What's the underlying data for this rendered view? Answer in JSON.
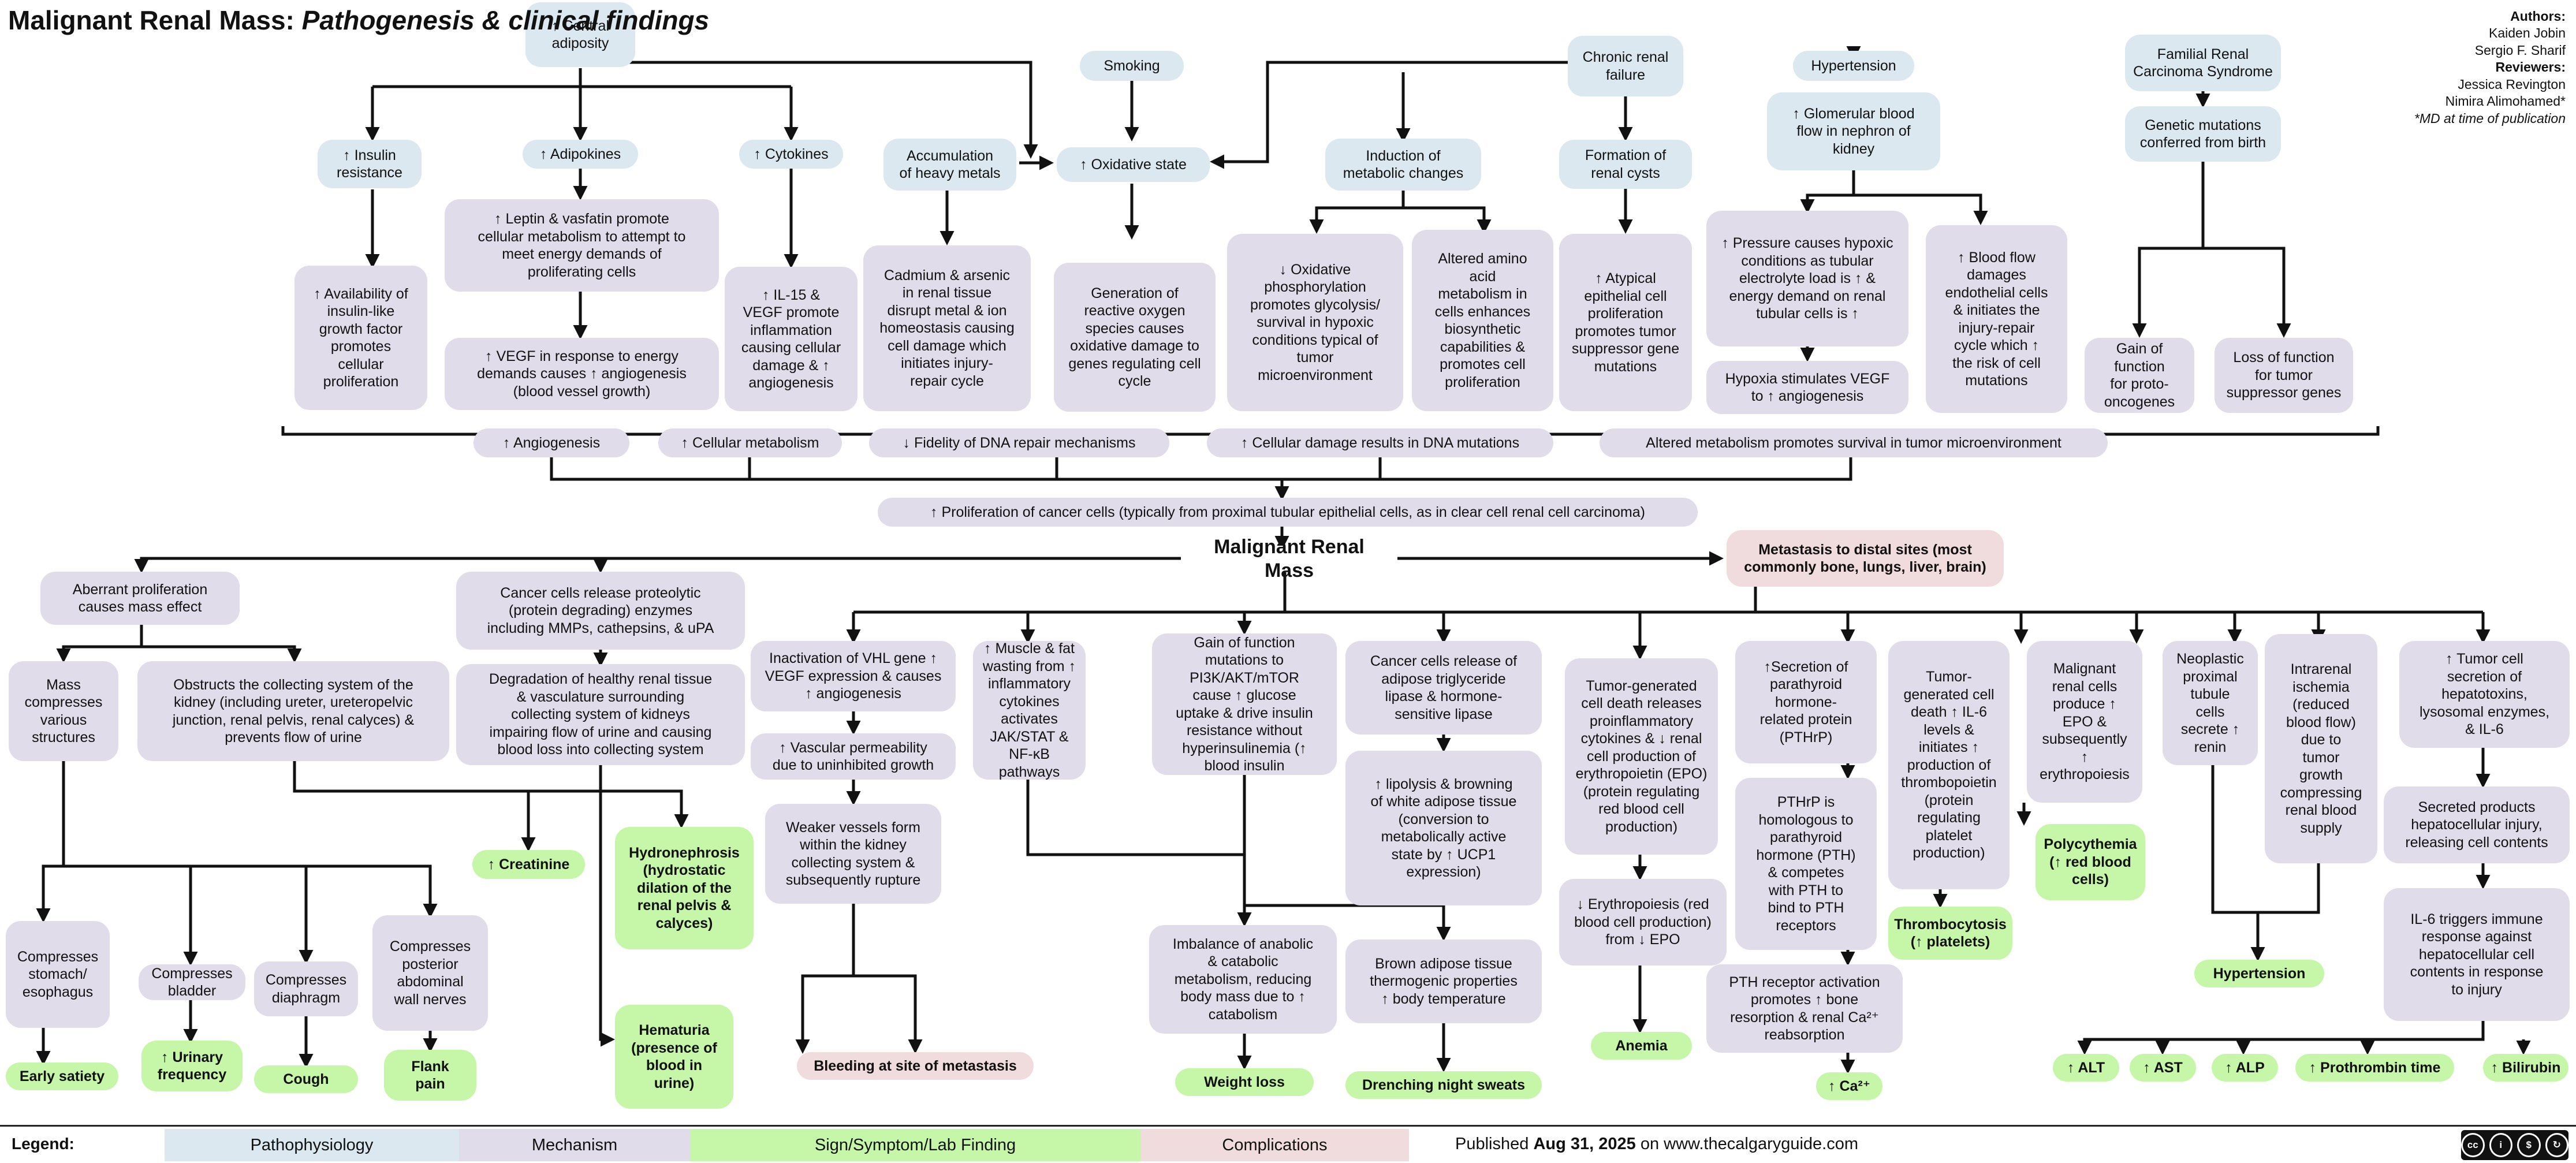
{
  "title": {
    "main": "Malignant Renal Mass:",
    "sub": "Pathogenesis & clinical findings"
  },
  "authors": {
    "authors_label": "Authors:",
    "author_1": "Kaiden Jobin",
    "author_2": "Sergio F. Sharif",
    "reviewers_label": "Reviewers:",
    "reviewer_1": "Jessica Revington",
    "reviewer_2": "Nimira Alimohamed*",
    "note": "*MD at time of publication"
  },
  "colors": {
    "pathophysiology": "#dbe8ef",
    "mechanism": "#e1dcea",
    "sign": "#c6f7a8",
    "complication": "#f0dcdc"
  },
  "nodes": {
    "central_adiposity": "↑ Central\nadiposity",
    "insulin_resistance": "↑ Insulin\nresistance",
    "adipokines": "↑ Adipokines",
    "cytokines": "↑ Cytokines",
    "insulin_like_gf": "↑ Availability of\ninsulin-like\ngrowth factor\npromotes\ncellular\nproliferation",
    "leptin_vasfatin": "↑ Leptin & vasfatin promote\ncellular metabolism to attempt to\nmeet energy demands of\nproliferating cells",
    "vegf_energy": "↑ VEGF in response to energy\ndemands causes ↑ angiogenesis\n(blood vessel growth)",
    "il15_vegf": "↑ IL-15 &\nVEGF promote\ninflammation\ncausing cellular\ndamage & ↑\nangiogenesis",
    "smoking": "Smoking",
    "heavy_metals": "Accumulation\nof heavy metals",
    "oxidative_state": "↑ Oxidative state",
    "cadmium": "Cadmium & arsenic\nin renal tissue\ndisrupt metal & ion\nhomeostasis causing\ncell damage which\ninitiates injury-\nrepair cycle",
    "ros": "Generation of\nreactive oxygen\nspecies causes\noxidative damage to\ngenes regulating cell\ncycle",
    "induction_metabolic": "Induction of\nmetabolic changes",
    "ox_phos": "↓ Oxidative\nphosphorylation\npromotes glycolysis/\nsurvival in hypoxic\nconditions typical of\ntumor\nmicroenvironment",
    "amino_acid": "Altered amino\nacid\nmetabolism in\ncells enhances\nbiosynthetic\ncapabilities &\npromotes cell\nproliferation",
    "ckd": "Chronic renal\nfailure",
    "renal_cysts": "Formation of\nrenal cysts",
    "atypical_epithelial": "↑ Atypical\nepithelial cell\nproliferation\npromotes tumor\nsuppressor gene\nmutations",
    "hypertension_top": "Hypertension",
    "gfr_flow": "↑ Glomerular blood\nflow in nephron of\nkidney",
    "pressure_hypoxic": "↑ Pressure causes hypoxic\nconditions as tubular\nelectrolyte load is ↑ &\nenergy demand on renal\ntubular cells is ↑",
    "hypoxia_vegf": "Hypoxia stimulates VEGF\nto ↑ angiogenesis",
    "blood_flow_damage": "↑ Blood flow\ndamages\nendothelial cells\n& initiates the\ninjury-repair\ncycle which ↑\nthe risk of cell\nmutations",
    "familial": "Familial Renal\nCarcinoma Syndrome",
    "genetic_mutations": "Genetic mutations\nconferred from birth",
    "proto_oncogenes": "Gain of function\nfor proto-\noncogenes",
    "tumor_suppressor": "Loss of function\nfor tumor\nsuppressor genes",
    "sum_angiogenesis": "↑ Angiogenesis",
    "sum_cell_metabolism": "↑ Cellular metabolism",
    "sum_dna_repair": "↓ Fidelity of DNA repair mechanisms",
    "sum_dna_mutations": "↑ Cellular damage results in DNA mutations",
    "sum_altered_metabolism": "Altered metabolism promotes survival in tumor microenvironment",
    "proliferation": "↑ Proliferation of cancer cells (typically from proximal tubular epithelial cells, as in clear cell renal cell carcinoma)",
    "malignant_mass": "Malignant Renal Mass",
    "metastasis": "Metastasis to distal sites (most\ncommonly bone, lungs, liver, brain)",
    "aberrant": "Aberrant proliferation\ncauses mass effect",
    "mass_compresses": "Mass\ncompresses\nvarious\nstructures",
    "obstructs": "Obstructs the collecting system of the\nkidney (including ureter, ureteropelvic\njunction, renal pelvis, renal calyces) &\nprevents flow of urine",
    "comp_stomach": "Compresses\nstomach/\nesophagus",
    "comp_bladder": "Compresses\nbladder",
    "comp_diaphragm": "Compresses\ndiaphragm",
    "comp_posterior": "Compresses\nposterior\nabdominal\nwall nerves",
    "early_satiety": "Early satiety",
    "urinary_freq": "↑ Urinary\nfrequency",
    "cough": "Cough",
    "flank_pain": "Flank\npain",
    "proteolytic": "Cancer cells release proteolytic\n(protein degrading) enzymes\nincluding MMPs, cathepsins, & uPA",
    "degradation": "Degradation of healthy renal tissue\n& vasculature surrounding\ncollecting system of kidneys\nimpairing flow of urine and causing\nblood loss into collecting system",
    "creatinine": "↑ Creatinine",
    "hydronephrosis": "Hydronephrosis\n(hydrostatic\ndilation of the\nrenal pelvis &\ncalyces)",
    "hematuria": "Hematuria\n(presence of\nblood in\nurine)",
    "vhl": "Inactivation of VHL gene ↑\nVEGF expression & causes\n↑ angiogenesis",
    "vascular_perm": "↑ Vascular permeability\ndue to uninhibited growth",
    "weaker_vessels": "Weaker vessels form\nwithin the kidney\ncollecting system &\nsubsequently rupture",
    "bleeding": "Bleeding at site of metastasis",
    "muscle_fat": "↑ Muscle & fat\nwasting from ↑\ninflammatory\ncytokines activates\nJAK/STAT & NF-κB\npathways",
    "gain_function_pi3k": "Gain of function\nmutations to\nPI3K/AKT/mTOR\ncause ↑ glucose\nuptake & drive insulin\nresistance without\nhyperinsulinemia (↑\nblood insulin",
    "imbalance": "Imbalance of anabolic\n& catabolic\nmetabolism, reducing\nbody mass due to ↑\ncatabolism",
    "weight_loss": "Weight loss",
    "adipose_release": "Cancer cells release of\nadipose triglyceride\nlipase & hormone-\nsensitive lipase",
    "lipolysis": "↑ lipolysis & browning\nof white adipose tissue\n(conversion to\nmetabolically active\nstate by ↑ UCP1\nexpression)",
    "brown_adipose": "Brown adipose tissue\nthermogenic properties\n↑ body temperature",
    "night_sweats": "Drenching night sweats",
    "cell_death_epo": "Tumor-generated\ncell death releases\nproinflammatory\ncytokines & ↓ renal\ncell production of\nerythropoietin (EPO)\n(protein regulating\nred blood cell\nproduction)",
    "erythropoiesis_down": "↓ Erythropoiesis (red\nblood cell production)\nfrom ↓ EPO",
    "anemia": "Anemia",
    "pthrp_secretion": "↑Secretion of\nparathyroid\nhormone-\nrelated protein\n(PTHrP)",
    "pthrp_homologous": "PTHrP is\nhomologous to\nparathyroid\nhormone (PTH)\n& competes\nwith PTH to\nbind to PTH\nreceptors",
    "pth_activation": "PTH receptor activation\npromotes ↑ bone\nresorption & renal Ca²⁺\nreabsorption",
    "calcium": "↑ Ca²⁺",
    "il6_thrombo": "Tumor-\ngenerated cell\ndeath ↑ IL-6\nlevels &\ninitiates ↑\nproduction of\nthrombopoietin\n(protein\nregulating\nplatelet\nproduction)",
    "thrombocytosis": "Thrombocytosis\n(↑ platelets)",
    "malignant_epo": "Malignant\nrenal cells\nproduce ↑\nEPO &\nsubsequently\n↑\nerythropoiesis",
    "polycythemia": "Polycythemia\n(↑ red blood\ncells)",
    "neoplastic_renin": "Neoplastic\nproximal\ntubule\ncells\nsecrete ↑\nrenin",
    "intrarenal_ischemia": "Intrarenal\nischemia\n(reduced\nblood flow)\ndue to\ntumor\ngrowth\ncompressing\nrenal blood\nsupply",
    "hypertension_bottom": "Hypertension",
    "hepatotoxins": "↑ Tumor cell\nsecretion of\nhepatotoxins,\nlysosomal enzymes,\n& IL-6",
    "secreted_products": "Secreted products\nhepatocellular injury,\nreleasing cell contents",
    "il6_immune": "IL-6 triggers immune\nresponse against\nhepatocellular cell\ncontents in response\nto injury",
    "alt": "↑ ALT",
    "ast": "↑ AST",
    "alp": "↑ ALP",
    "prothrombin": "↑ Prothrombin time",
    "bilirubin": "↑ Bilirubin"
  },
  "legend": {
    "title": "Legend:",
    "pathophysiology": "Pathophysiology",
    "mechanism": "Mechanism",
    "sign": "Sign/Symptom/Lab Finding",
    "complications": "Complications"
  },
  "footer": {
    "published_prefix": "Published",
    "published_date": "Aug 31, 2025",
    "published_suffix": "on www.thecalgaryguide.com",
    "license_icon": "cc-by-nc-sa-icon"
  }
}
